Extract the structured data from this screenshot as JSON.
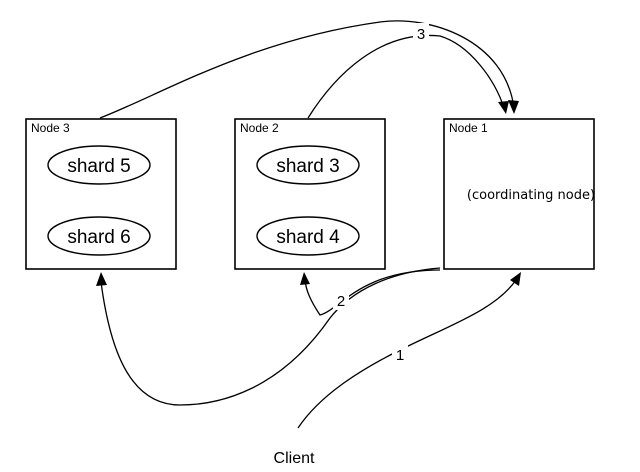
{
  "nodes": {
    "node3": {
      "title": "Node 3",
      "shards": [
        "shard 5",
        "shard 6"
      ]
    },
    "node2": {
      "title": "Node 2",
      "shards": [
        "shard 3",
        "shard 4"
      ]
    },
    "node1": {
      "title": "Node 1",
      "role": "(coordinating node)"
    }
  },
  "client": {
    "label": "Client"
  },
  "edges": [
    {
      "label": "1",
      "from": "client",
      "to": "node1"
    },
    {
      "label": "2",
      "from": "node1",
      "to": [
        "node2",
        "node3"
      ]
    },
    {
      "label": "3",
      "from": [
        "node3",
        "node2"
      ],
      "to": "node1"
    }
  ]
}
